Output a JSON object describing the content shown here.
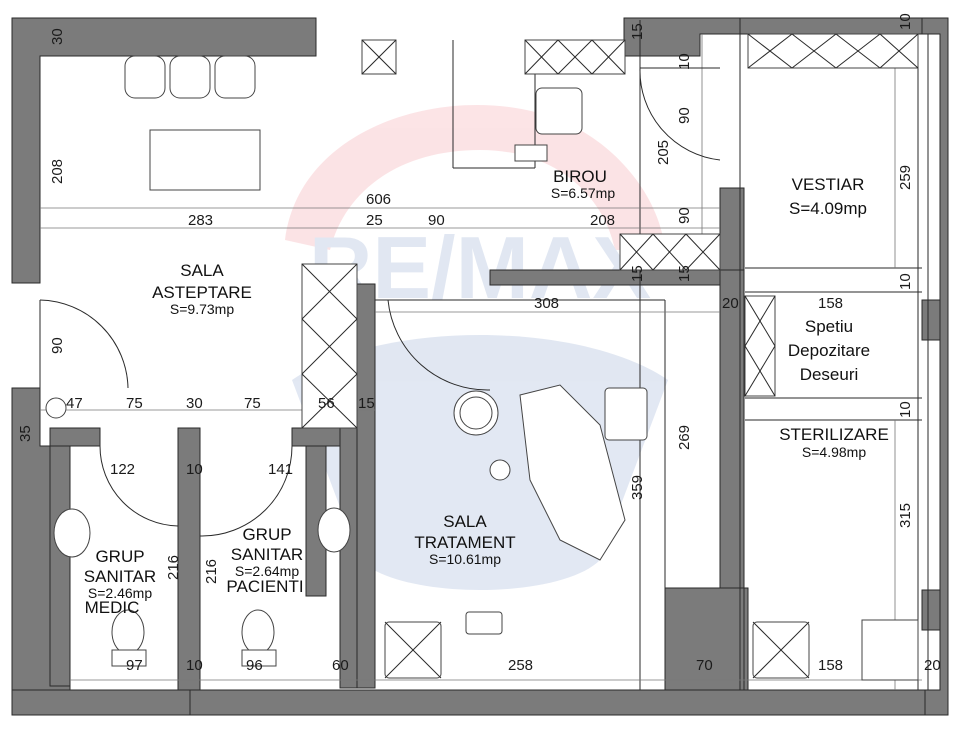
{
  "rooms": {
    "birou": {
      "name": "BIROU",
      "area": "S=6.57mp"
    },
    "vestiar": {
      "name": "VESTIAR",
      "area": "S=4.09mp"
    },
    "sala_asteptare": {
      "name_1": "SALA",
      "name_2": "ASTEPTARE",
      "area": "S=9.73mp"
    },
    "depozitare": {
      "name_1": "Spetiu",
      "name_2": "Depozitare",
      "name_3": "Deseuri",
      "dim": "158"
    },
    "sterilizare": {
      "name": "STERILIZARE",
      "area": "S=4.98mp"
    },
    "sala_tratament": {
      "name_1": "SALA",
      "name_2": "TRATAMENT",
      "area": "S=10.61mp"
    },
    "grup_medic": {
      "name_1": "GRUP",
      "name_2": "SANITAR",
      "area": "S=2.46mp",
      "sub": "MEDIC"
    },
    "grup_pacienti": {
      "name_1": "GRUP",
      "name_2": "SANITAR",
      "area": "S=2.64mp",
      "sub": "PACIENTI"
    }
  },
  "dimensions": {
    "d30_top": "30",
    "d15_top": "15",
    "d10_top": "10",
    "d10_right_top": "10",
    "d90_birou": "90",
    "d205": "205",
    "d259": "259",
    "d208_left": "208",
    "d606": "606",
    "d283": "283",
    "d25": "25",
    "d90_mid": "90",
    "d208_mid": "208",
    "d90_right": "90",
    "d15_a": "15",
    "d15_b": "15",
    "d10_mid_right": "10",
    "d308": "308",
    "d20_mid": "20",
    "d90_left": "90",
    "d47": "47",
    "d75_a": "75",
    "d30_mid": "30",
    "d75_b": "75",
    "d56": "56",
    "d15_c": "15",
    "d10_right_low": "10",
    "d35": "35",
    "d122": "122",
    "d10_wc": "10",
    "d141": "141",
    "d269": "269",
    "d359": "359",
    "d216_a": "216",
    "d216_b": "216",
    "d315": "315",
    "d97": "97",
    "d10_bottom": "10",
    "d96": "96",
    "d60": "60",
    "d258": "258",
    "d70": "70",
    "d158_bottom": "158",
    "d20_bottom": "20"
  },
  "watermark": {
    "brand": "RE/MAX"
  },
  "colors": {
    "wall": "#7b7b7b",
    "watermark_red": "#e8323c",
    "watermark_blue": "#1f4fa0"
  }
}
